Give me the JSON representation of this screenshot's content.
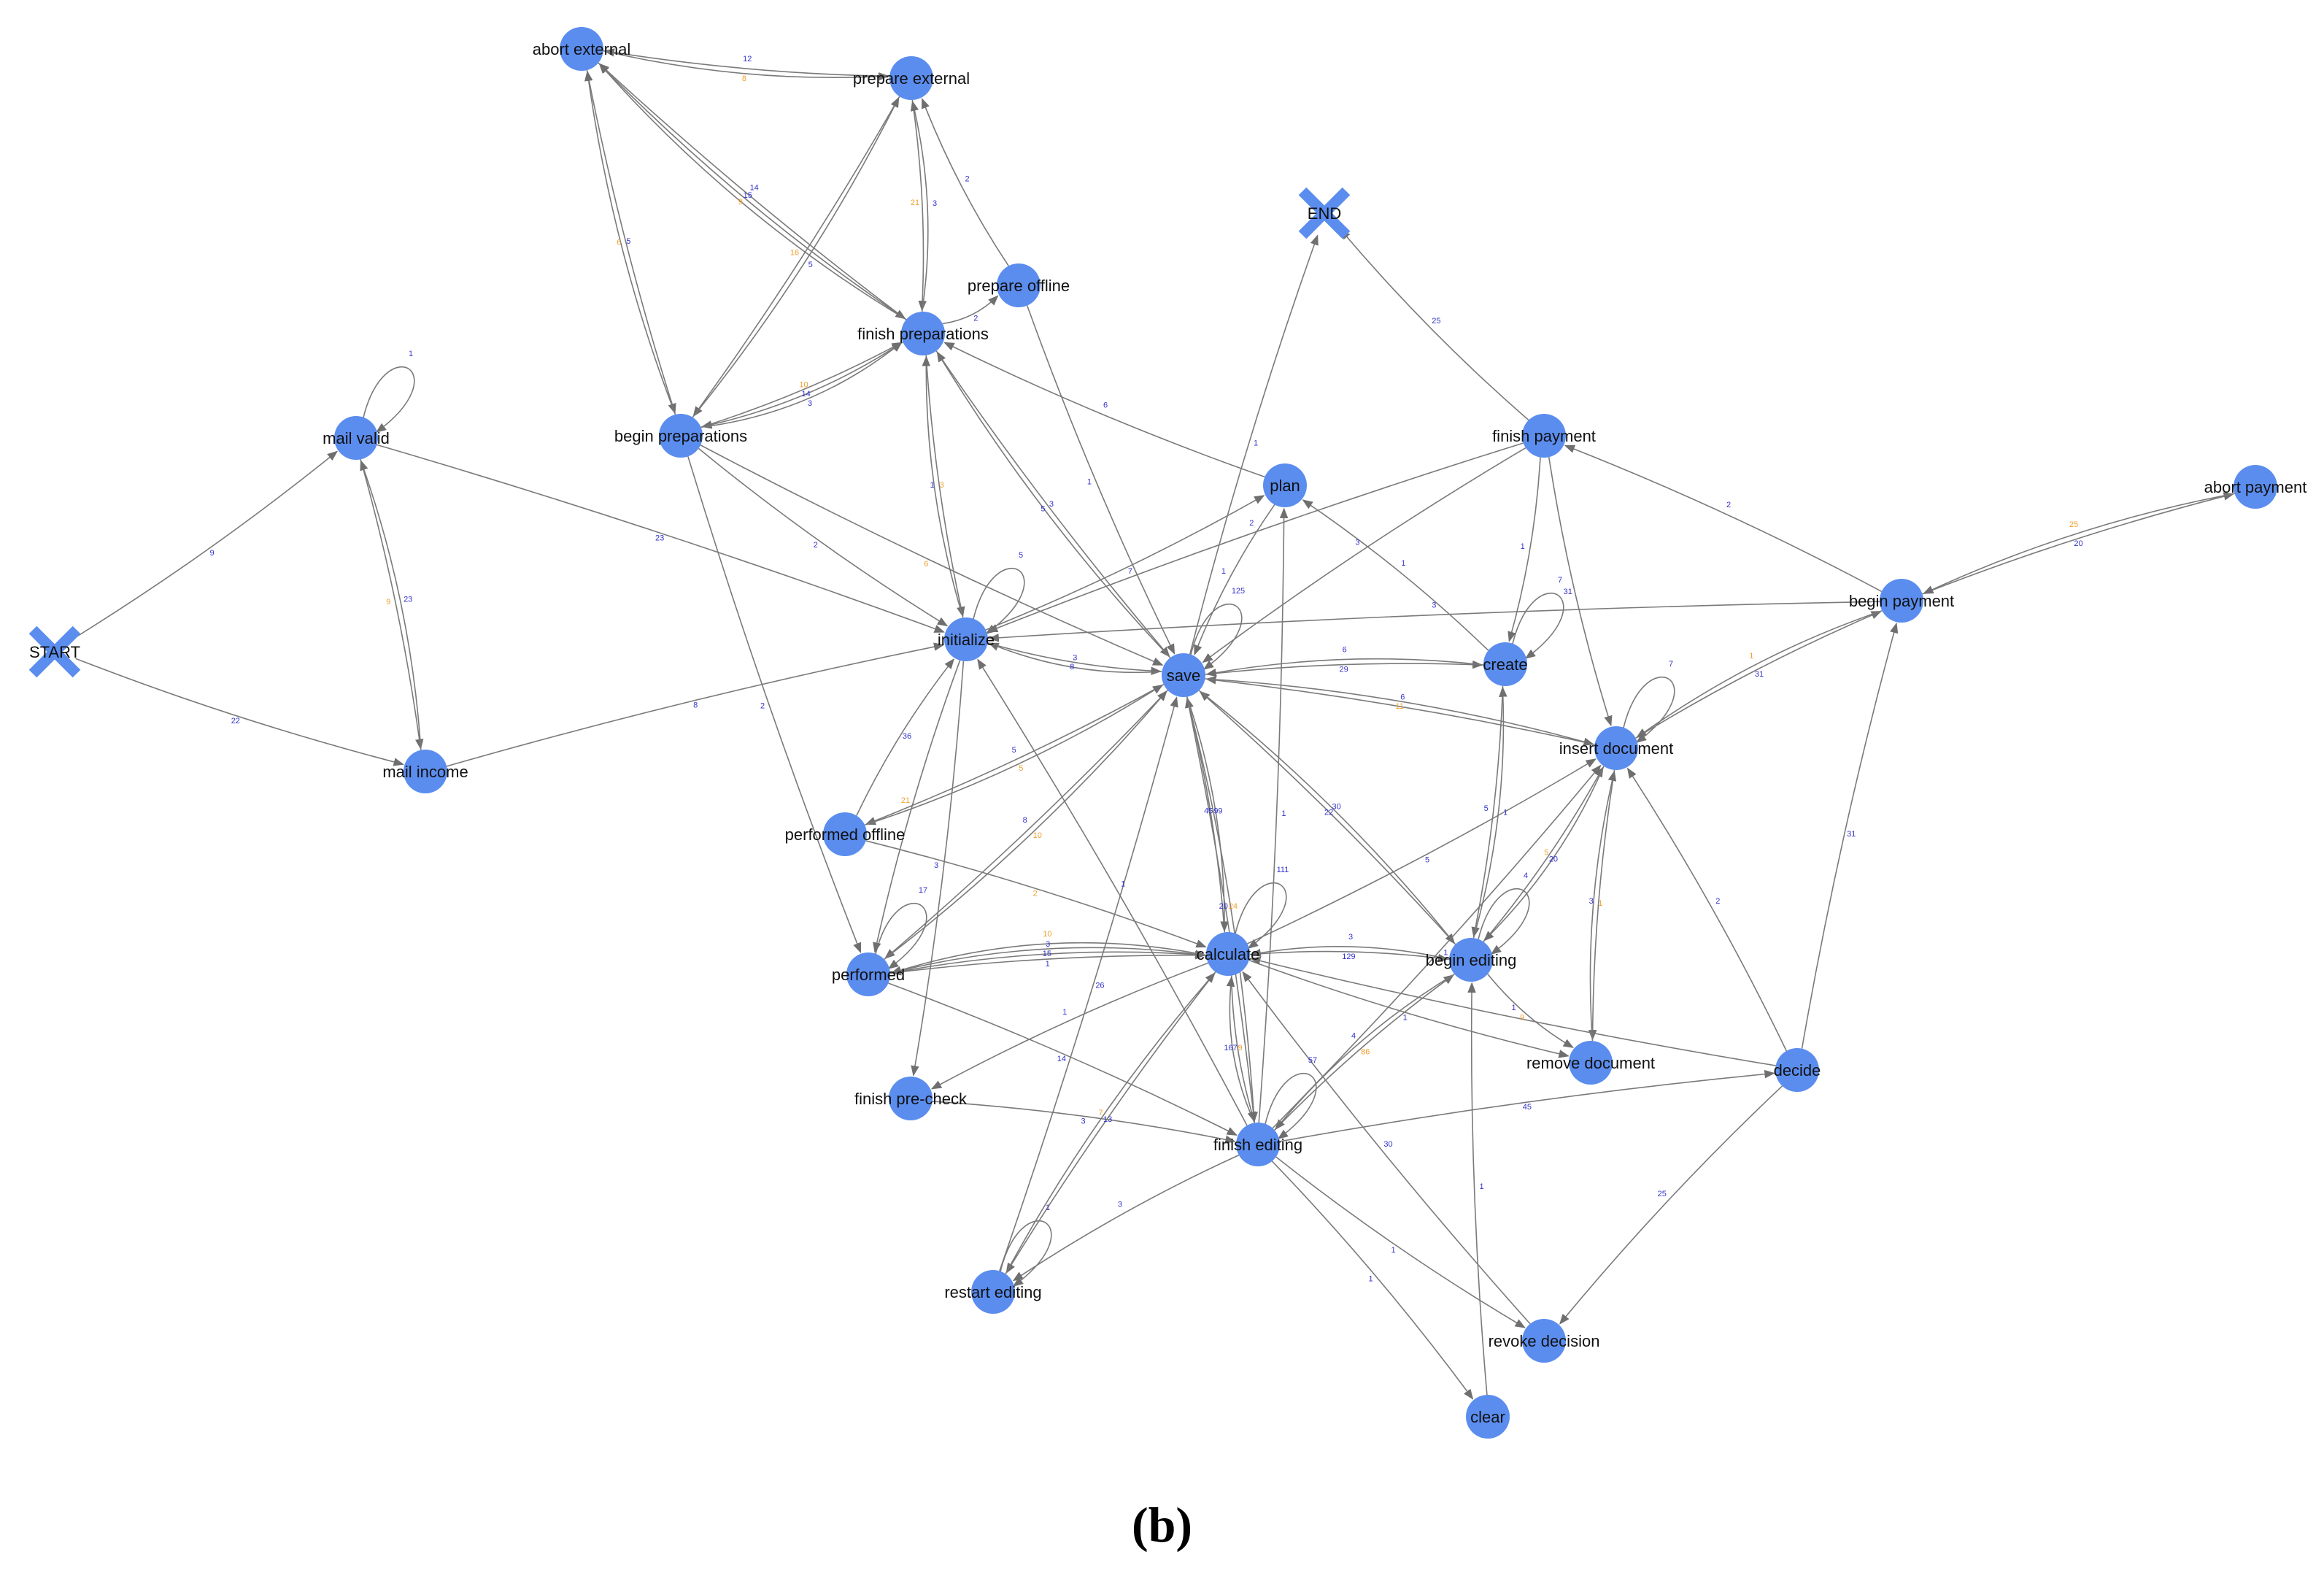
{
  "figure": {
    "caption": "(b)"
  },
  "colors": {
    "node": "#5B8DEF",
    "edge": "#7a7a7a",
    "label_blue": "#3333cc",
    "label_orange": "#f0a030"
  },
  "nodes": [
    {
      "id": "START",
      "label": "START",
      "shape": "x-mark"
    },
    {
      "id": "END",
      "label": "END",
      "shape": "x-mark"
    },
    {
      "id": "mail_valid",
      "label": "mail valid",
      "shape": "circle"
    },
    {
      "id": "mail_income",
      "label": "mail income",
      "shape": "circle"
    },
    {
      "id": "abort_external",
      "label": "abort external",
      "shape": "circle"
    },
    {
      "id": "prepare_external",
      "label": "prepare external",
      "shape": "circle"
    },
    {
      "id": "prepare_offline",
      "label": "prepare offline",
      "shape": "circle"
    },
    {
      "id": "finish_preparations",
      "label": "finish preparations",
      "shape": "circle"
    },
    {
      "id": "begin_preparations",
      "label": "begin preparations",
      "shape": "circle"
    },
    {
      "id": "plan",
      "label": "plan",
      "shape": "circle"
    },
    {
      "id": "initialize",
      "label": "initialize",
      "shape": "circle"
    },
    {
      "id": "save",
      "label": "save",
      "shape": "circle"
    },
    {
      "id": "finish_payment",
      "label": "finish payment",
      "shape": "circle"
    },
    {
      "id": "abort_payment",
      "label": "abort payment",
      "shape": "circle"
    },
    {
      "id": "begin_payment",
      "label": "begin payment",
      "shape": "circle"
    },
    {
      "id": "create",
      "label": "create",
      "shape": "circle"
    },
    {
      "id": "insert_document",
      "label": "insert document",
      "shape": "circle"
    },
    {
      "id": "performed_offline",
      "label": "performed offline",
      "shape": "circle"
    },
    {
      "id": "performed",
      "label": "performed",
      "shape": "circle"
    },
    {
      "id": "calculate",
      "label": "calculate",
      "shape": "circle"
    },
    {
      "id": "begin_editing",
      "label": "begin editing",
      "shape": "circle"
    },
    {
      "id": "remove_document",
      "label": "remove document",
      "shape": "circle"
    },
    {
      "id": "decide",
      "label": "decide",
      "shape": "circle"
    },
    {
      "id": "finish_pre_check",
      "label": "finish pre-check",
      "shape": "circle"
    },
    {
      "id": "finish_editing",
      "label": "finish editing",
      "shape": "circle"
    },
    {
      "id": "restart_editing",
      "label": "restart editing",
      "shape": "circle"
    },
    {
      "id": "revoke_decision",
      "label": "revoke decision",
      "shape": "circle"
    },
    {
      "id": "clear",
      "label": "clear",
      "shape": "circle"
    }
  ],
  "edges": [
    {
      "from": "START",
      "to": "mail_valid",
      "label": "9",
      "color": "blue"
    },
    {
      "from": "START",
      "to": "mail_income",
      "label": "22",
      "color": "blue"
    },
    {
      "from": "mail_valid",
      "to": "mail_valid",
      "label": "1",
      "color": "blue"
    },
    {
      "from": "mail_valid",
      "to": "mail_income",
      "label": "9",
      "color": "orange"
    },
    {
      "from": "mail_income",
      "to": "mail_valid",
      "label": "23",
      "color": "blue"
    },
    {
      "from": "mail_valid",
      "to": "initialize",
      "label": "23",
      "color": "blue"
    },
    {
      "from": "mail_income",
      "to": "initialize",
      "label": "8",
      "color": "blue"
    },
    {
      "from": "prepare_external",
      "to": "abort_external",
      "label": "12",
      "color": "blue"
    },
    {
      "from": "abort_external",
      "to": "prepare_external",
      "label": "8",
      "color": "orange"
    },
    {
      "from": "abort_external",
      "to": "begin_preparations",
      "label": "6",
      "color": "orange"
    },
    {
      "from": "begin_preparations",
      "to": "abort_external",
      "label": "5",
      "color": "blue"
    },
    {
      "from": "finish_preparations",
      "to": "abort_external",
      "label": "14",
      "color": "blue"
    },
    {
      "from": "abort_external",
      "to": "finish_preparations",
      "label": "9",
      "color": "orange"
    },
    {
      "from": "finish_preparations",
      "to": "abort_external",
      "label": "15",
      "color": "blue"
    },
    {
      "from": "prepare_external",
      "to": "finish_preparations",
      "label": "21",
      "color": "orange"
    },
    {
      "from": "finish_preparations",
      "to": "prepare_external",
      "label": "3",
      "color": "blue"
    },
    {
      "from": "prepare_external",
      "to": "begin_preparations",
      "label": "16",
      "color": "orange"
    },
    {
      "from": "begin_preparations",
      "to": "prepare_external",
      "label": "5",
      "color": "blue"
    },
    {
      "from": "prepare_offline",
      "to": "prepare_external",
      "label": "2",
      "color": "blue"
    },
    {
      "from": "finish_preparations",
      "to": "prepare_offline",
      "label": "2",
      "color": "blue"
    },
    {
      "from": "begin_preparations",
      "to": "finish_preparations",
      "label": "14",
      "color": "blue"
    },
    {
      "from": "finish_preparations",
      "to": "begin_preparations",
      "label": "10",
      "color": "orange"
    },
    {
      "from": "begin_preparations",
      "to": "finish_preparations",
      "label": "3",
      "color": "blue"
    },
    {
      "from": "finish_preparations",
      "to": "initialize",
      "label": "1",
      "color": "blue"
    },
    {
      "from": "initialize",
      "to": "finish_preparations",
      "label": "3",
      "color": "orange"
    },
    {
      "from": "finish_preparations",
      "to": "save",
      "label": "5",
      "color": "blue"
    },
    {
      "from": "plan",
      "to": "finish_preparations",
      "label": "6",
      "color": "blue"
    },
    {
      "from": "prepare_offline",
      "to": "save",
      "label": "1",
      "color": "blue"
    },
    {
      "from": "save",
      "to": "finish_preparations",
      "label": "3",
      "color": "blue"
    },
    {
      "from": "begin_preparations",
      "to": "initialize",
      "label": "2",
      "color": "blue"
    },
    {
      "from": "begin_preparations",
      "to": "save",
      "label": "6",
      "color": "orange"
    },
    {
      "from": "begin_preparations",
      "to": "performed",
      "label": "2",
      "color": "blue"
    },
    {
      "from": "initialize",
      "to": "initialize",
      "label": "5",
      "color": "blue"
    },
    {
      "from": "initialize",
      "to": "save",
      "label": "8",
      "color": "blue"
    },
    {
      "from": "save",
      "to": "initialize",
      "label": "3",
      "color": "blue"
    },
    {
      "from": "initialize",
      "to": "plan",
      "label": "7",
      "color": "blue"
    },
    {
      "from": "plan",
      "to": "save",
      "label": "1",
      "color": "blue"
    },
    {
      "from": "save",
      "to": "END",
      "label": "1",
      "color": "blue"
    },
    {
      "from": "finish_payment",
      "to": "END",
      "label": "25",
      "color": "blue"
    },
    {
      "from": "save",
      "to": "save",
      "label": "125",
      "color": "blue"
    },
    {
      "from": "save",
      "to": "create",
      "label": "29",
      "color": "blue"
    },
    {
      "from": "create",
      "to": "save",
      "label": "6",
      "color": "blue"
    },
    {
      "from": "create",
      "to": "plan",
      "label": "1",
      "color": "blue"
    },
    {
      "from": "create",
      "to": "create",
      "label": "7",
      "color": "blue"
    },
    {
      "from": "finish_payment",
      "to": "save",
      "label": "3",
      "color": "blue"
    },
    {
      "from": "finish_payment",
      "to": "initialize",
      "label": "2",
      "color": "blue"
    },
    {
      "from": "finish_payment",
      "to": "create",
      "label": "1",
      "color": "blue"
    },
    {
      "from": "finish_payment",
      "to": "insert_document",
      "label": "31",
      "color": "blue"
    },
    {
      "from": "begin_payment",
      "to": "finish_payment",
      "label": "2",
      "color": "blue"
    },
    {
      "from": "begin_payment",
      "to": "abort_payment",
      "label": "20",
      "color": "blue"
    },
    {
      "from": "abort_payment",
      "to": "begin_payment",
      "label": "25",
      "color": "orange"
    },
    {
      "from": "begin_payment",
      "to": "initialize",
      "label": "3",
      "color": "blue"
    },
    {
      "from": "insert_document",
      "to": "begin_payment",
      "label": "31",
      "color": "blue"
    },
    {
      "from": "begin_payment",
      "to": "insert_document",
      "label": "1",
      "color": "orange"
    },
    {
      "from": "insert_document",
      "to": "insert_document",
      "label": "7",
      "color": "blue"
    },
    {
      "from": "insert_document",
      "to": "save",
      "label": "6",
      "color": "blue"
    },
    {
      "from": "save",
      "to": "insert_document",
      "label": "11",
      "color": "orange"
    },
    {
      "from": "create",
      "to": "begin_editing",
      "label": "5",
      "color": "blue"
    },
    {
      "from": "begin_editing",
      "to": "create",
      "label": "1",
      "color": "blue"
    },
    {
      "from": "save",
      "to": "performed_offline",
      "label": "5",
      "color": "blue"
    },
    {
      "from": "performed_offline",
      "to": "save",
      "label": "5",
      "color": "orange"
    },
    {
      "from": "performed_offline",
      "to": "initialize",
      "label": "36",
      "color": "blue"
    },
    {
      "from": "performed_offline",
      "to": "calculate",
      "label": "2",
      "color": "orange"
    },
    {
      "from": "performed",
      "to": "performed",
      "label": "17",
      "color": "blue"
    },
    {
      "from": "initialize",
      "to": "performed",
      "label": "21",
      "color": "orange"
    },
    {
      "from": "save",
      "to": "performed",
      "label": "8",
      "color": "blue"
    },
    {
      "from": "performed",
      "to": "save",
      "label": "10",
      "color": "orange"
    },
    {
      "from": "performed",
      "to": "calculate",
      "label": "1",
      "color": "blue"
    },
    {
      "from": "calculate",
      "to": "performed",
      "label": "3",
      "color": "blue"
    },
    {
      "from": "performed",
      "to": "calculate",
      "label": "15",
      "color": "blue"
    },
    {
      "from": "calculate",
      "to": "performed",
      "label": "10",
      "color": "orange"
    },
    {
      "from": "performed",
      "to": "finish_editing",
      "label": "14",
      "color": "blue"
    },
    {
      "from": "calculate",
      "to": "calculate",
      "label": "111",
      "color": "blue"
    },
    {
      "from": "calculate",
      "to": "save",
      "label": "99",
      "color": "blue"
    },
    {
      "from": "save",
      "to": "calculate",
      "label": "45",
      "color": "blue"
    },
    {
      "from": "calculate",
      "to": "begin_editing",
      "label": "129",
      "color": "blue"
    },
    {
      "from": "begin_editing",
      "to": "calculate",
      "label": "3",
      "color": "blue"
    },
    {
      "from": "begin_editing",
      "to": "begin_editing",
      "label": "4",
      "color": "blue"
    },
    {
      "from": "begin_editing",
      "to": "save",
      "label": "30",
      "color": "blue"
    },
    {
      "from": "save",
      "to": "begin_editing",
      "label": "22",
      "color": "blue"
    },
    {
      "from": "begin_editing",
      "to": "insert_document",
      "label": "20",
      "color": "blue"
    },
    {
      "from": "insert_document",
      "to": "begin_editing",
      "label": "5",
      "color": "orange"
    },
    {
      "from": "calculate",
      "to": "insert_document",
      "label": "5",
      "color": "blue"
    },
    {
      "from": "insert_document",
      "to": "remove_document",
      "label": "3",
      "color": "blue"
    },
    {
      "from": "remove_document",
      "to": "insert_document",
      "label": "1",
      "color": "orange"
    },
    {
      "from": "calculate",
      "to": "remove_document",
      "label": "1",
      "color": "blue"
    },
    {
      "from": "begin_editing",
      "to": "remove_document",
      "label": "9",
      "color": "orange"
    },
    {
      "from": "decide",
      "to": "insert_document",
      "label": "2",
      "color": "blue"
    },
    {
      "from": "decide",
      "to": "begin_payment",
      "label": "31",
      "color": "blue"
    },
    {
      "from": "decide",
      "to": "calculate",
      "label": "1",
      "color": "blue"
    },
    {
      "from": "finish_editing",
      "to": "decide",
      "label": "45",
      "color": "blue"
    },
    {
      "from": "decide",
      "to": "revoke_decision",
      "label": "25",
      "color": "blue"
    },
    {
      "from": "initialize",
      "to": "finish_pre_check",
      "label": "3",
      "color": "blue"
    },
    {
      "from": "finish_pre_check",
      "to": "finish_editing",
      "label": "3",
      "color": "blue"
    },
    {
      "from": "calculate",
      "to": "finish_pre_check",
      "label": "1",
      "color": "blue"
    },
    {
      "from": "finish_editing",
      "to": "finish_editing",
      "label": "57",
      "color": "blue"
    },
    {
      "from": "calculate",
      "to": "finish_editing",
      "label": "167",
      "color": "blue"
    },
    {
      "from": "finish_editing",
      "to": "calculate",
      "label": "9",
      "color": "orange"
    },
    {
      "from": "finish_editing",
      "to": "begin_editing",
      "label": "86",
      "color": "orange"
    },
    {
      "from": "begin_editing",
      "to": "finish_editing",
      "label": "4",
      "color": "blue"
    },
    {
      "from": "finish_editing",
      "to": "plan",
      "label": "1",
      "color": "blue"
    },
    {
      "from": "finish_editing",
      "to": "save",
      "label": "24",
      "color": "orange"
    },
    {
      "from": "save",
      "to": "finish_editing",
      "label": "20",
      "color": "blue"
    },
    {
      "from": "finish_editing",
      "to": "initialize",
      "label": "1",
      "color": "blue"
    },
    {
      "from": "finish_editing",
      "to": "restart_editing",
      "label": "3",
      "color": "blue"
    },
    {
      "from": "restart_editing",
      "to": "restart_editing",
      "label": "1",
      "color": "blue"
    },
    {
      "from": "restart_editing",
      "to": "save",
      "label": "26",
      "color": "blue"
    },
    {
      "from": "calculate",
      "to": "restart_editing",
      "label": "7",
      "color": "orange"
    },
    {
      "from": "restart_editing",
      "to": "calculate",
      "label": "13",
      "color": "blue"
    },
    {
      "from": "finish_editing",
      "to": "revoke_decision",
      "label": "1",
      "color": "blue"
    },
    {
      "from": "finish_editing",
      "to": "clear",
      "label": "1",
      "color": "blue"
    },
    {
      "from": "clear",
      "to": "begin_editing",
      "label": "1",
      "color": "blue"
    },
    {
      "from": "revoke_decision",
      "to": "calculate",
      "label": "30",
      "color": "blue"
    },
    {
      "from": "finish_editing",
      "to": "insert_document",
      "label": "1",
      "color": "blue"
    }
  ]
}
